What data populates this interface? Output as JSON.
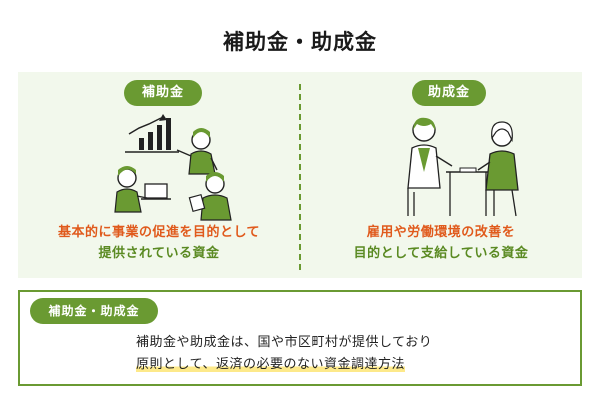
{
  "title": "補助金・助成金",
  "subsidy": {
    "label": "補助金",
    "desc_line1": "基本的に事業の促進を目的として",
    "desc_line2": "提供されている資金"
  },
  "grant": {
    "label": "助成金",
    "desc_line1": "雇用や労働環境の改善を",
    "desc_line2": "目的として支給している資金"
  },
  "definition": {
    "label": "補助金・助成金",
    "line1": "補助金や助成金は、国や市区町村が提供しており",
    "line2": "原則として、返済の必要のない資金調達方法"
  },
  "colors": {
    "green": "#6a9a32",
    "panel_bg": "#f2f8ec",
    "orange": "#e05a1c",
    "highlight": "#fde98a"
  }
}
